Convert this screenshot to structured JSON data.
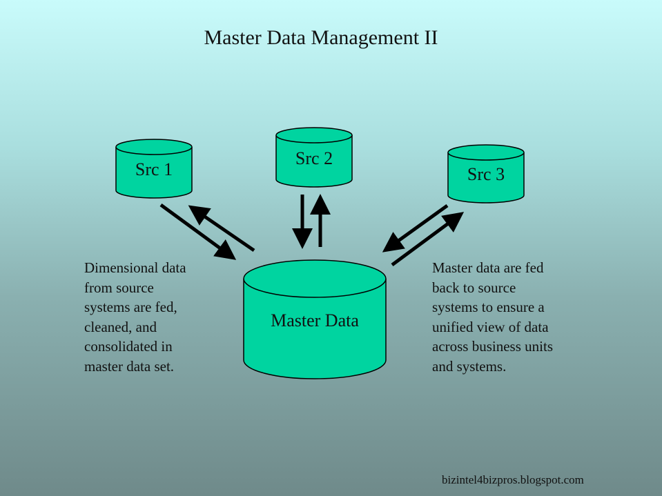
{
  "title": "Master Data Management II",
  "sources": [
    {
      "label": "Src 1"
    },
    {
      "label": "Src 2"
    },
    {
      "label": "Src 3"
    }
  ],
  "master": {
    "label": "Master Data"
  },
  "left_text": [
    "Dimensional data",
    "from source",
    "systems are fed,",
    "cleaned, and",
    "consolidated in",
    "master data set."
  ],
  "right_text": [
    "Master data are fed",
    "back to source",
    "systems to ensure a",
    "unified view of data",
    "across business units",
    "and systems."
  ],
  "footer": "bizintel4bizpros.blogspot.com",
  "colors": {
    "cylinder_fill": "#00d4a0",
    "outline": "#000000"
  }
}
